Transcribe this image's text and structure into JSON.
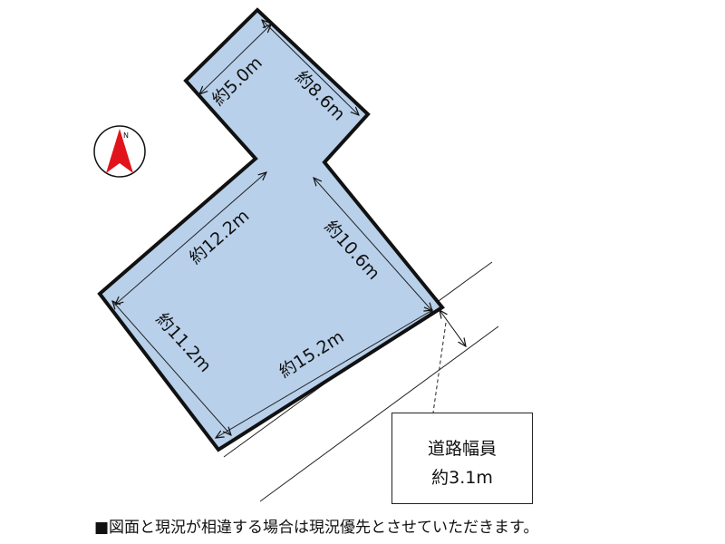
{
  "lot": {
    "fill_color": "#b8d0ea",
    "outline_color": "#111111",
    "dimensions": [
      {
        "id": "top-width",
        "label": "約5.0m"
      },
      {
        "id": "top-right",
        "label": "約8.6m"
      },
      {
        "id": "upper-left",
        "label": "約12.2m"
      },
      {
        "id": "right",
        "label": "約10.6m"
      },
      {
        "id": "left",
        "label": "約11.2m"
      },
      {
        "id": "bottom",
        "label": "約15.2m"
      }
    ]
  },
  "compass": {
    "icon": "north-arrow-icon",
    "letter": "N",
    "arrow_color": "#e0141a"
  },
  "road_info": {
    "line1": "道路幅員",
    "line2": "約3.1m"
  },
  "footnote": "■図面と現況が相違する場合は現況優先とさせていただきます。"
}
